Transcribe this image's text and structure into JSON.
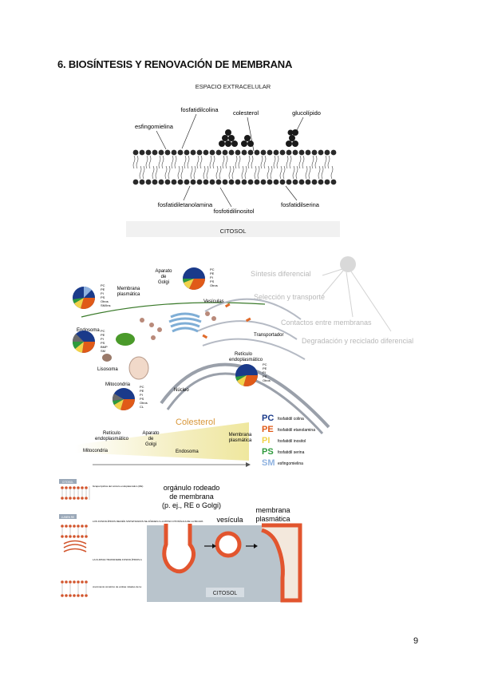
{
  "page": {
    "heading": "6. BIOSÍNTESIS Y RENOVACIÓN DE MEMBRANA",
    "page_number": "9"
  },
  "figure_membrane": {
    "top_label": "ESPACIO EXTRACELULAR",
    "bottom_label": "CITOSOL",
    "labels": {
      "fosfatidilcolina": "fosfatidilcolina",
      "colesterol": "colesterol",
      "glucolipido": "glucolípido",
      "esfingomielina": "esfingomielina",
      "fosfatidiletanolamina": "fosfatidiletanolamina",
      "fosfotidilinositol": "fosfotidilinositol",
      "fosfatidilserina": "fosfatidilserina"
    }
  },
  "figure_cell": {
    "organelles": {
      "aparato_golgi": "Aparato de Golgi",
      "membrana_plasmatica": "Membrana plasmática",
      "vesiculas": "Vesículas",
      "endosoma": "Endosoma",
      "transportador": "Transportador",
      "reticulo": "Retículo endoplasmático",
      "lisosoma": "Lisosoma",
      "mitocondria": "Mitocondria",
      "nucleo": "Núcleo"
    },
    "processes": [
      "Síntesis diferencial",
      "Selección y transporte",
      "Contactos entre membranas",
      "Degradación y reciclado diferencial"
    ],
    "pie_legend_a": [
      "PC",
      "PE",
      "PI",
      "PS",
      "Otros",
      "SM/Ins"
    ],
    "pie_legend_b": [
      "PC",
      "PE",
      "PI",
      "PS",
      "BMP",
      "SM"
    ],
    "pie_legend_c": [
      "PC",
      "PE",
      "PI",
      "PS",
      "Otros",
      "CL"
    ],
    "pie_legend_d": [
      "PC",
      "PE",
      "PI",
      "PS",
      "Otros"
    ],
    "gradient": {
      "title": "Colesterol",
      "stops": [
        "Retículo endoplasmático",
        "Aparato de Golgi",
        "Membrana plasmática"
      ],
      "bottom": [
        "Mitocondria",
        "Endosoma"
      ]
    },
    "legend": [
      {
        "code": "PC",
        "name": "fosfatidil colina",
        "color": "#1a3a8a"
      },
      {
        "code": "PE",
        "name": "fosfatidil etanolamina",
        "color": "#e05a18"
      },
      {
        "code": "PI",
        "name": "fosfatidil inositol",
        "color": "#f2d34a"
      },
      {
        "code": "PS",
        "name": "fosfatidil serina",
        "color": "#2e9a3c"
      },
      {
        "code": "SM",
        "name": "esfingomielina",
        "color": "#8fb2e0"
      }
    ],
    "colors": {
      "pc": "#1a3a8a",
      "pe": "#e05a18",
      "pi": "#f2d34a",
      "ps": "#2e9a3c",
      "otros": "#6b6b6b",
      "sm": "#8fb2e0"
    }
  },
  "figure_synthesis": {
    "tags": [
      "CITOSOL",
      "LUMEN RE"
    ],
    "steps": [
      "bicapa lipídica del retículo endoplasmático (RE)",
      "LOS FOSFOLÍPIDOS RECIÉN SINTETIZADOS SE AÑADEN A LA MITAD CITOSÓLICA DE LA BICAPA",
      "LA FLIPASA TRANSFIERE FOSFOLÍPIDOS A LA OTRA MITAD DE LA BICAPA",
      "crecimiento simétrico de ambas mitades de la bicapa"
    ],
    "labels": {
      "organulo": "orgánulo rodeado de membrana (p. ej., RE o Golgi)",
      "organulo_l1": "orgánulo rodeado",
      "organulo_l2": "de membrana",
      "organulo_l3": "(p. ej., RE o Golgi)",
      "vesicula": "vesícula",
      "membrana_l1": "membrana",
      "membrana_l2": "plasmática",
      "citosol": "CITOSOL"
    }
  }
}
